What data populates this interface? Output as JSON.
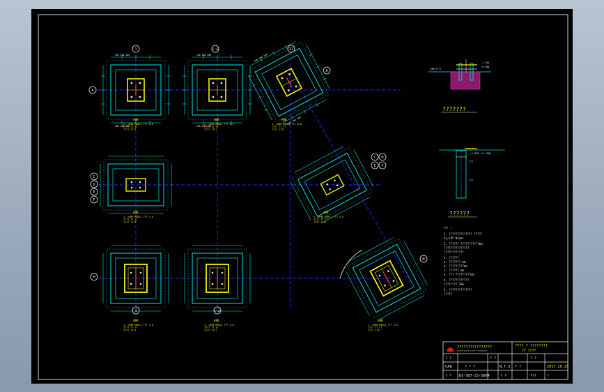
{
  "drawing": {
    "axis_labels": {
      "top_1": "1",
      "top_2": "2-10",
      "top_3": "11",
      "top_3b": "A",
      "left_A": "A",
      "left_mid": [
        "C",
        "D",
        "E",
        "F"
      ],
      "left_H": "H",
      "bottom_1": "1",
      "bottom_2": "2-10",
      "right_mid": [
        "C",
        "D",
        "E",
        "F"
      ],
      "right_H": "H"
    },
    "col_labels": [
      "ABB",
      "ABB",
      "ABB",
      "ABB",
      "ABB",
      "ABA",
      "ABB",
      "ABB"
    ],
    "col_note": [
      "1. =600 M20L1 ???  4-A",
      "???? ?? ??",
      "???? ????"
    ],
    "detail1_title": "???????",
    "detail2_title": "??????",
    "detail1_dims": [
      "-1.700",
      "-0.300"
    ],
    "detail2_dims": [
      "+1.850 (+1.700)",
      "???",
      "???"
    ],
    "notes_title": "?? :",
    "notes": [
      "1. ??????????????  ?????",
      "   fy=235 N/mm²",
      "2. ??????  ???????????mm²",
      "   ???????????????",
      "   ????????????",
      "3. ??????",
      "   a. ??????? mm",
      "   b. ?????????mm",
      "   c. ?????? mm",
      "   d. ??? ?????????mm",
      "4. ????????????",
      "   ???????? 70%",
      "5. ??????????????",
      "   ?????"
    ]
  },
  "title_block": {
    "company": "????????????????",
    "company_sub": "??????????? ????? ??????????",
    "project": "???? ? ????????",
    "project_sub": "?? ????",
    "rows": [
      [
        "? ?",
        "",
        "",
        "",
        ""
      ],
      [
        "CAD",
        "? ? ?",
        "? ?",
        "N.T.S",
        "2017.10.25"
      ],
      [
        "? ?",
        "DS-S07-23-S004",
        "",
        "? ?",
        "???"
      ]
    ],
    "r1_extra": [
      "? ?",
      "? ?"
    ],
    "r2_extra": [
      "? ?"
    ],
    "r3_extra": [
      "? ?",
      "?"
    ]
  }
}
